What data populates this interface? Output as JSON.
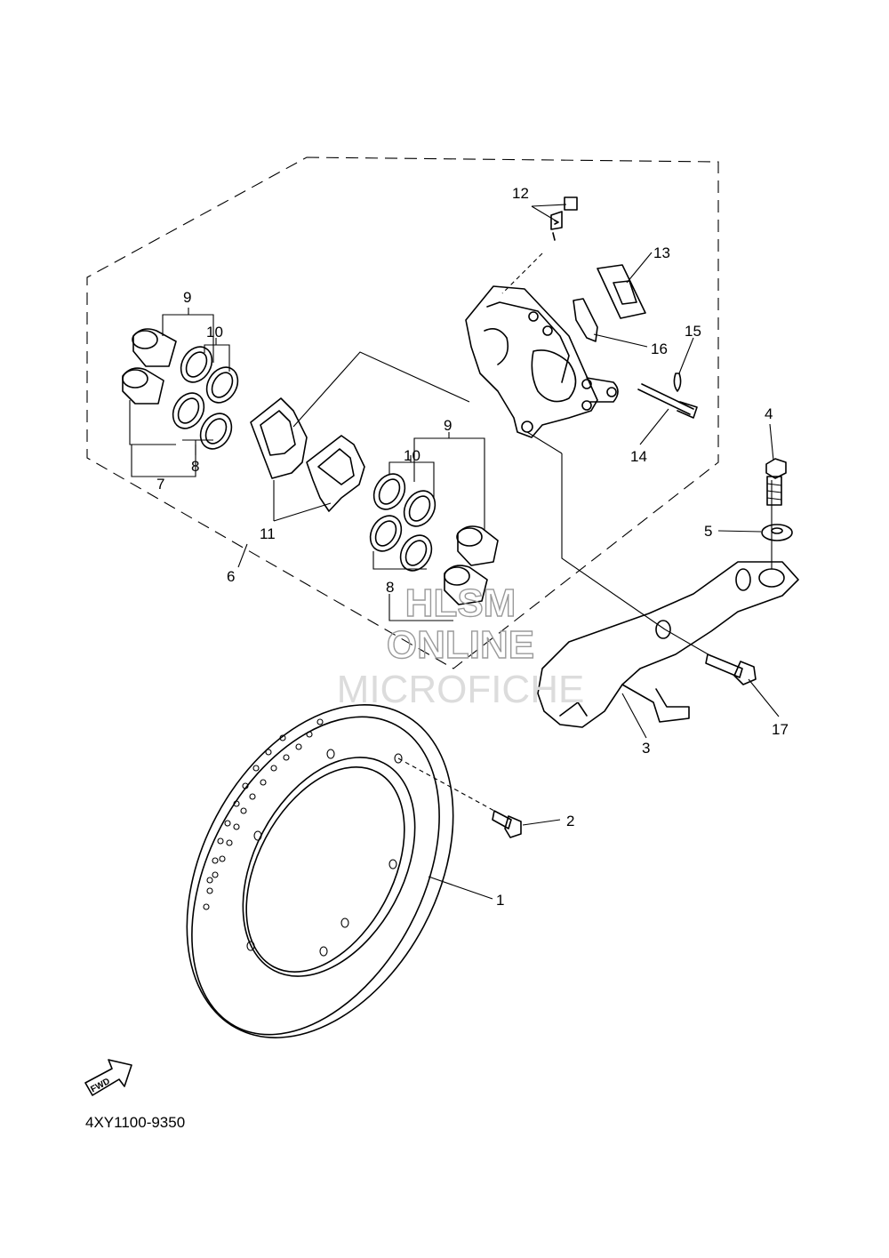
{
  "diagram": {
    "reference_code": "4XY1100-9350",
    "fwd_icon_text": "FWD",
    "watermark": {
      "line1": "HLSM",
      "line2": "ONLINE",
      "line3": "MICROFICHE"
    },
    "callouts": {
      "c1": "1",
      "c2": "2",
      "c3": "3",
      "c4": "4",
      "c5": "5",
      "c6": "6",
      "c7": "7",
      "c8a": "8",
      "c8b": "8",
      "c9a": "9",
      "c9b": "9",
      "c10a": "10",
      "c10b": "10",
      "c11": "11",
      "c12": "12",
      "c13": "13",
      "c14": "14",
      "c15": "15",
      "c16": "16",
      "c17": "17"
    }
  }
}
